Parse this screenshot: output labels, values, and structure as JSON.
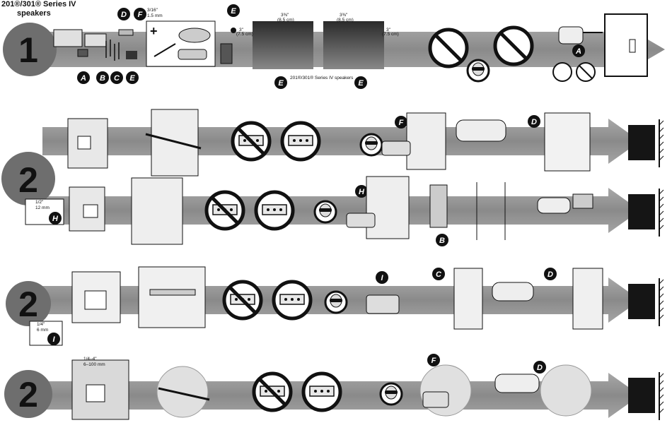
{
  "title": {
    "line1": "201®/301® Series IV",
    "line2": "speakers"
  },
  "steps": {
    "one": "1",
    "two": "2"
  },
  "callouts": {
    "a": "A",
    "b": "B",
    "c": "C",
    "d": "D",
    "e": "E",
    "f": "F",
    "h": "H",
    "i": "I"
  },
  "kit": {
    "drill_size": "3/16\"",
    "drill_metric": "1.5 mm",
    "plus": "+"
  },
  "dimensions": {
    "left_w": "3⅜\"",
    "left_w_cm": "(8.5 cm)",
    "left_h": "3\"",
    "left_h_cm": "(7.5 cm)",
    "right_w": "3⅜\"",
    "right_w_cm": "(8.5 cm)",
    "right_h": "3\"",
    "right_h_cm": "(7.5 cm)",
    "caption": "201®/301® Series IV speakers"
  },
  "masonry_bit": {
    "size": "1/2\"",
    "metric": "12 mm"
  },
  "brick_bit": {
    "size": "1/4\"",
    "metric": "6 mm"
  },
  "panel": {
    "thickness": "1/4–4\"",
    "thickness_metric": "6–100 mm"
  },
  "colors": {
    "arrow": "#8c8c8c",
    "step_circle": "#6e6e6e",
    "callout": "#111111",
    "speaker": "#1a1a1a"
  }
}
